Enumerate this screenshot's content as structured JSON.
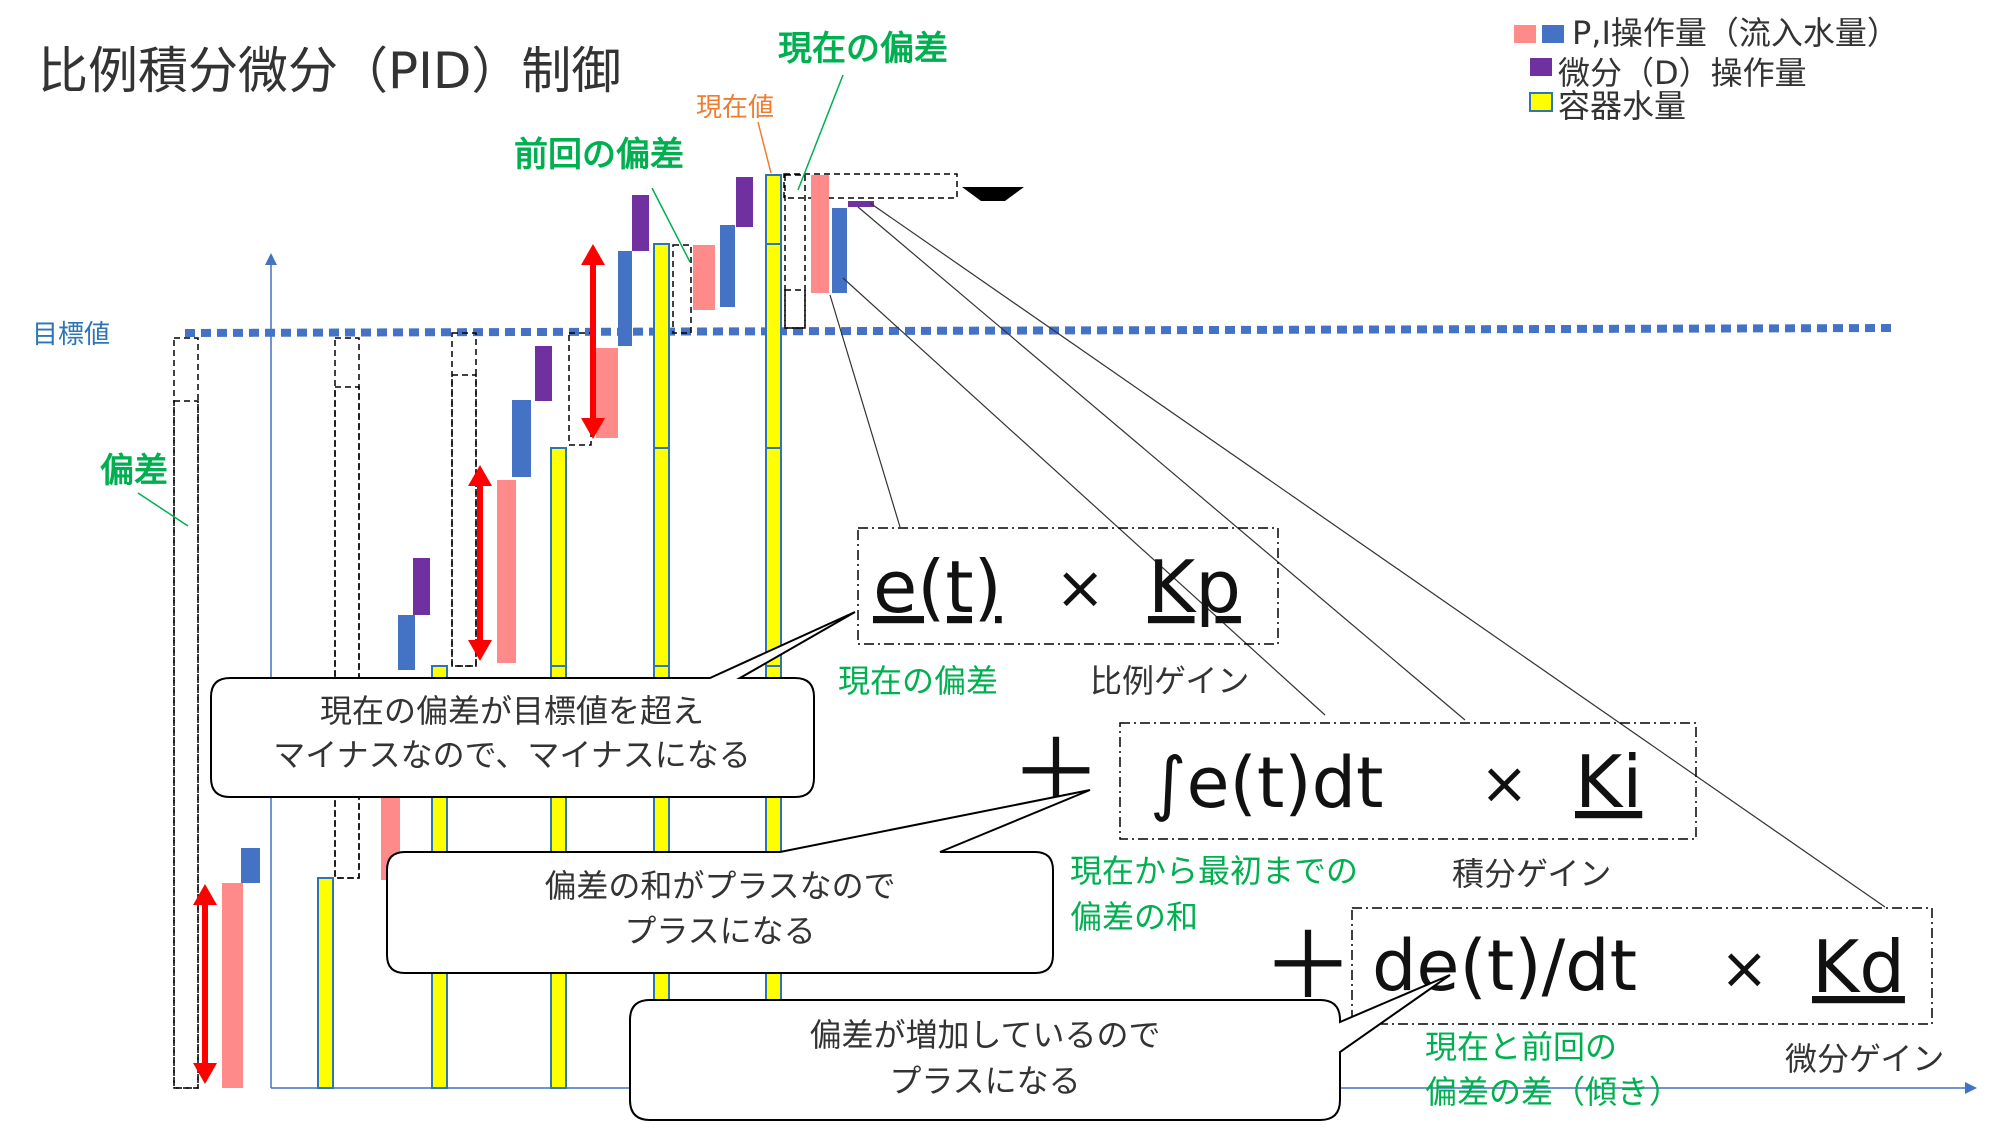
{
  "title": "比例積分微分（PID）制御",
  "legend": {
    "pi_label": "P,I操作量（流入水量）",
    "d_label": "微分（D）操作量",
    "water_label": "容器水量"
  },
  "annotations": {
    "current_error": "現在の偏差",
    "current_value": "現在値",
    "previous_error": "前回の偏差",
    "target_value": "目標値",
    "error": "偏差"
  },
  "formula": {
    "p_term_a": "e(t)",
    "p_term_b": "Kp",
    "times": "×",
    "i_term_a": "∫e(t)dt",
    "i_term_b": "Ki",
    "d_term_a": "de(t)/dt",
    "d_term_b": "Kd",
    "plus": "＋",
    "p_label_a": "現在の偏差",
    "p_label_b": "比例ゲイン",
    "i_label_a1": "現在から最初までの",
    "i_label_a2": "偏差の和",
    "i_label_b": "積分ゲイン",
    "d_label_a1": "現在と前回の",
    "d_label_a2": "偏差の差（傾き）",
    "d_label_b": "微分ゲイン"
  },
  "callouts": {
    "p_line1": "現在の偏差が目標値を超え",
    "p_line2": "マイナスなので、マイナスになる",
    "i_line1": "偏差の和がプラスなので",
    "i_line2": "プラスになる",
    "d_line1": "偏差が増加しているので",
    "d_line2": "プラスになる"
  },
  "colors": {
    "p_bar": "#ff8a8a",
    "i_bar": "#4472c4",
    "d_bar": "#7030a0",
    "water_fill": "#ffff00",
    "water_border": "#2e75b6",
    "target_line": "#4472c4",
    "green_text": "#00b050",
    "orange_text": "#ed7d31",
    "arrow_red": "#ff0000"
  }
}
